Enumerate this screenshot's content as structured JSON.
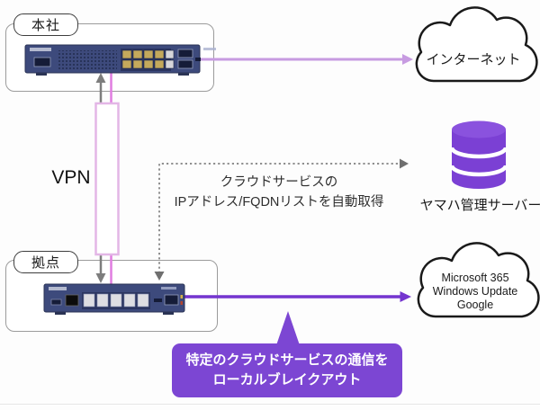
{
  "zones": {
    "hq": {
      "label": "本社"
    },
    "branch": {
      "label": "拠点"
    }
  },
  "vpn": {
    "label": "VPN"
  },
  "internet": {
    "label": "インターネット"
  },
  "saas": {
    "lines": [
      "Microsoft 365",
      "Windows Update",
      "Google"
    ]
  },
  "server": {
    "label": "ヤマハ管理サーバー"
  },
  "note": {
    "line1": "クラウドサービスの",
    "line2": "IPアドレス/FQDNリストを自動取得"
  },
  "callout": {
    "line1": "特定のクラウドサービスの通信を",
    "line2": "ローカルブレイクアウト"
  },
  "icons": {
    "hq_router": "yamaha-rack-router-10port",
    "branch_router": "yamaha-desktop-router-5port",
    "internet": "cloud-icon",
    "saas": "cloud-icon",
    "server": "database-cylinder-icon"
  },
  "colors": {
    "callout_purple": "#7C46D3",
    "database_purple": "#7B40D4",
    "breakout_arrow_purple": "#7435CF",
    "internet_arrow_lavender": "#C79BE1",
    "vpn_line_pink": "#E07DE0",
    "vpn_tube_border": "#E3B6E6",
    "gray_arrow": "#7D7D7D",
    "dotted_line_gray": "#8F8F8F",
    "router_navy": "#3D4A7C",
    "cloud_outline": "#1a1a1a"
  }
}
